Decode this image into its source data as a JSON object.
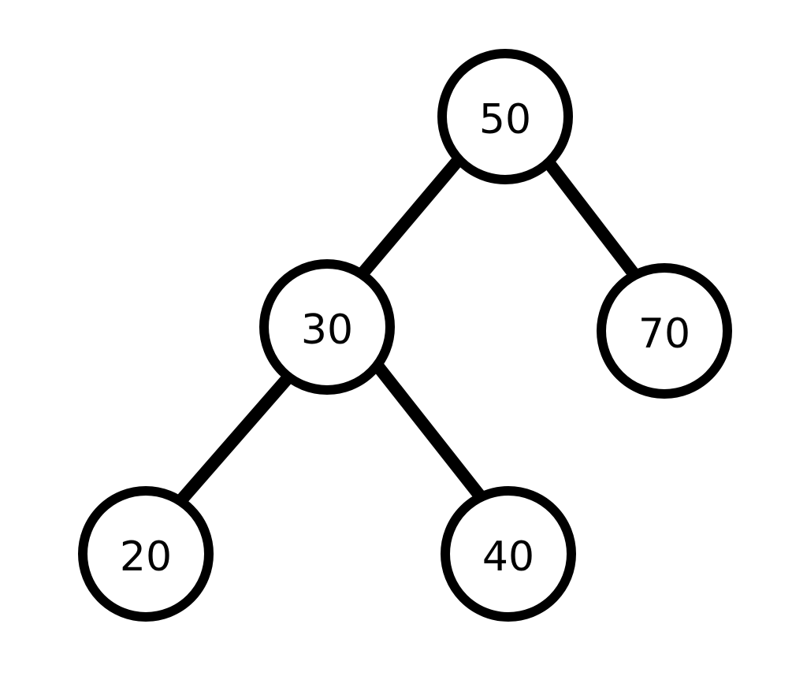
{
  "tree": {
    "nodes": [
      {
        "id": "n50",
        "label": "50"
      },
      {
        "id": "n30",
        "label": "30"
      },
      {
        "id": "n70",
        "label": "70"
      },
      {
        "id": "n20",
        "label": "20"
      },
      {
        "id": "n40",
        "label": "40"
      }
    ],
    "edges": [
      {
        "from": "n50",
        "to": "n30"
      },
      {
        "from": "n50",
        "to": "n70"
      },
      {
        "from": "n30",
        "to": "n20"
      },
      {
        "from": "n30",
        "to": "n40"
      }
    ]
  },
  "colors": {
    "stroke": "#000000",
    "fill": "#ffffff"
  }
}
